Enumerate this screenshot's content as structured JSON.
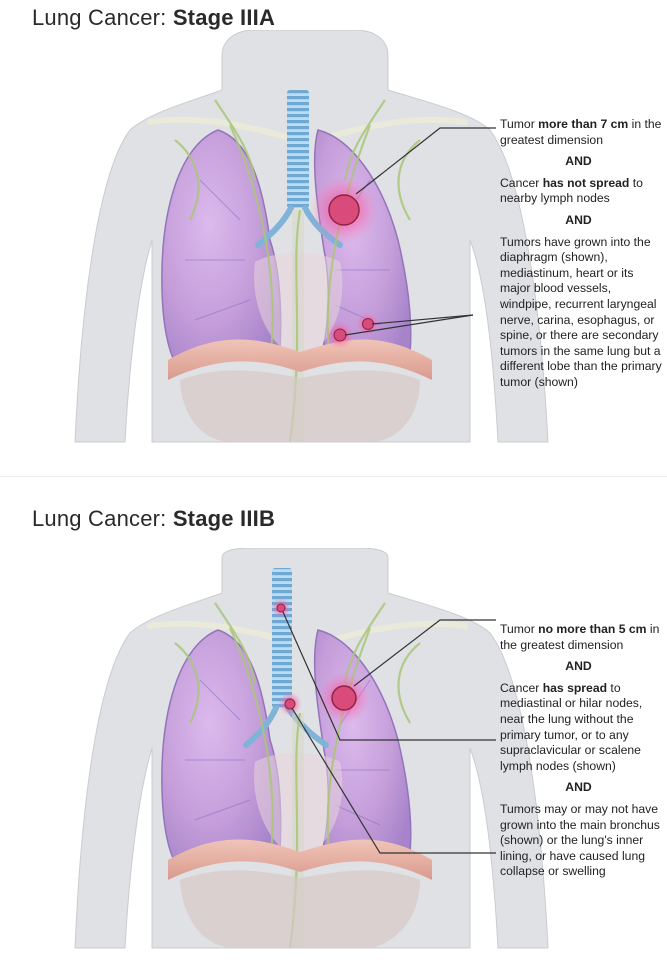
{
  "stage_3a": {
    "title_prefix": "Lung Cancer: ",
    "title_stage": "Stage IIIA",
    "and_label": "AND",
    "criteria": [
      {
        "pre": "Tumor ",
        "bold": "more than 7 cm",
        "post": " in the greatest dimension"
      },
      {
        "pre": "Cancer ",
        "bold": "has not spread",
        "post": " to nearby lymph nodes"
      },
      {
        "pre": "Tumors have grown into the diaphragm (shown), mediastinum, heart or its major blood vessels, windpipe, recurrent laryngeal nerve, carina, esophagus, or spine, or there are secondary tumors in the same lung but a different lobe than the primary tumor (shown)",
        "bold": "",
        "post": ""
      }
    ]
  },
  "stage_3b": {
    "title_prefix": "Lung Cancer: ",
    "title_stage": "Stage IIIB",
    "and_label": "AND",
    "criteria": [
      {
        "pre": "Tumor ",
        "bold": "no more than 5 cm",
        "post": " in the greatest dimension"
      },
      {
        "pre": "Cancer ",
        "bold": "has spread",
        "post": " to mediastinal or hilar nodes, near the lung without the primary tumor, or to any supraclavicular or scalene lymph nodes (shown)"
      },
      {
        "pre": "Tumors may or may not have grown into the main bronchus (shown) or the lung's inner lining, or have caused lung collapse or swelling",
        "bold": "",
        "post": ""
      }
    ]
  },
  "colors": {
    "body": "#dfe1e4",
    "body_edge": "#c9ccd1",
    "lung": "#c79ddc",
    "lung_dark": "#9a7ac8",
    "trachea": "#7fb3d8",
    "lymph": "#a9c57a",
    "diaphragm": "#e8b3a7",
    "tumor": "#d94b7a",
    "leader": "#333333"
  }
}
